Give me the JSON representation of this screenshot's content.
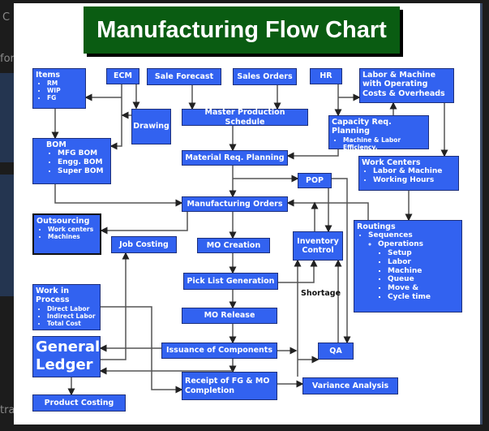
{
  "background": {
    "fragments": [
      "C",
      "for",
      "tra"
    ]
  },
  "title": "Manufacturing Flow Chart",
  "nodes": {
    "items": {
      "label": "Items",
      "bullets": [
        "RM",
        "WIP",
        "FG"
      ]
    },
    "ecm": "ECM",
    "sale_forecast": "Sale Forecast",
    "sales_orders": "Sales Orders",
    "hr": "HR",
    "labor_machine": "Labor & Machine with Operating Costs & Overheads",
    "drawing": "Drawing",
    "mps": "Master Production Schedule",
    "capacity": {
      "label": "Capacity Req. Planning",
      "bullets": [
        "Machine & Labor Efficiency,"
      ]
    },
    "bom": {
      "label": "BOM",
      "bullets": [
        "MFG BOM",
        "Engg. BOM",
        "Super BOM"
      ]
    },
    "mrp": "Material Req. Planning",
    "work_centers": {
      "label": "Work Centers",
      "bullets": [
        "Labor & Machine",
        "Working Hours"
      ]
    },
    "pop": "POP",
    "mfg_orders": "Manufacturing Orders",
    "outsourcing": {
      "label": "Outsourcing",
      "bullets": [
        "Work centers",
        "Machines"
      ]
    },
    "job_costing": "Job Costing",
    "mo_creation": "MO Creation",
    "inventory_control": "Inventory Control",
    "routings": {
      "label": "Routings",
      "sequences": "Sequences",
      "operations": "Operations",
      "steps": [
        "Setup",
        "Labor",
        "Machine",
        "Queue",
        "Move &",
        "Cycle time"
      ]
    },
    "pick_list": "Pick List Generation",
    "wip": {
      "label": "Work in Process",
      "bullets": [
        "Direct Labor",
        "Indirect Labor",
        "Total Cost"
      ]
    },
    "mo_release": "MO Release",
    "general_ledger": "General Ledger",
    "issuance": "Issuance of Components",
    "qa": "QA",
    "receipt": "Receipt of FG & MO Completion",
    "variance": "Variance Analysis",
    "product_costing": "Product Costing"
  },
  "edge_labels": {
    "shortage": "Shortage"
  },
  "colors": {
    "box": "#3262f0",
    "title_bg": "#0a5c12",
    "line": "#555555"
  }
}
